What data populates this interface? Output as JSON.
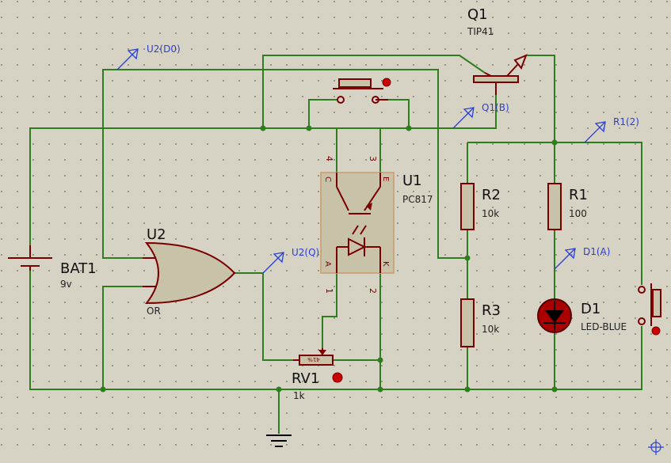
{
  "components": {
    "bat1": {
      "ref": "BAT1",
      "value": "9v"
    },
    "u2": {
      "ref": "U2",
      "value": "OR"
    },
    "u1": {
      "ref": "U1",
      "value": "PC817",
      "pins": [
        "4",
        "3",
        "1",
        "2"
      ],
      "pin_letters": [
        "C",
        "E",
        "A",
        "K"
      ]
    },
    "q1": {
      "ref": "Q1",
      "value": "TIP41"
    },
    "r2": {
      "ref": "R2",
      "value": "10k"
    },
    "r1": {
      "ref": "R1",
      "value": "100"
    },
    "r3": {
      "ref": "R3",
      "value": "10k"
    },
    "d1": {
      "ref": "D1",
      "value": "LED-BLUE"
    },
    "rv1": {
      "ref": "RV1",
      "value": "1k",
      "wiper_percent": "41%"
    }
  },
  "probes": {
    "u2_d0": "U2(D0)",
    "q1_b": "Q1(B)",
    "r1_2": "R1(2)",
    "u2_q": "U2(Q)",
    "d1_a": "D1(A)"
  },
  "colors": {
    "background": "#d6d3c4",
    "wire": "#2e7d1e",
    "component": "#7a0000",
    "component_fill": "#c8c2a8",
    "probe": "#2a3fd8",
    "led_body": "#aa0000"
  },
  "icons": [
    "battery-icon",
    "or-gate-icon",
    "optocoupler-icon",
    "transistor-icon",
    "resistor-icon",
    "potentiometer-icon",
    "led-icon",
    "pushbutton-icon",
    "ground-icon",
    "origin-crosshair-icon"
  ]
}
